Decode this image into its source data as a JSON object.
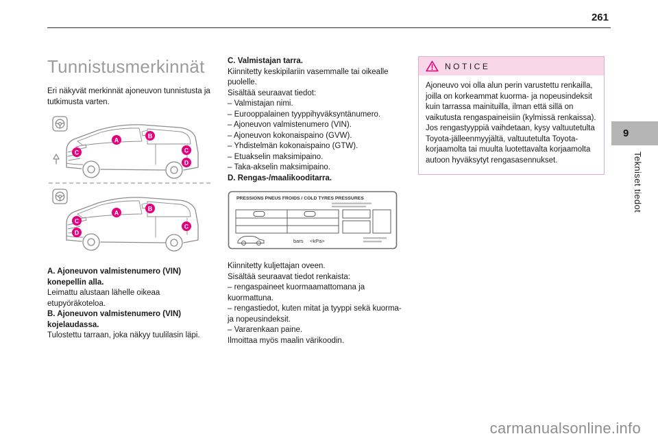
{
  "page": {
    "number": "261",
    "watermark": "carmanualsonline.info"
  },
  "side_tab": {
    "chapter_number": "9",
    "chapter_title": "Tekniset tiedot"
  },
  "identification": {
    "title": "Tunnistusmerkinnät",
    "intro": "Eri näkyvät merkinnät ajoneuvon tunnistusta ja tutkimusta varten.",
    "markers": [
      "A",
      "B",
      "C",
      "D"
    ],
    "item_a_heading": "A. Ajoneuvon valmistenumero (VIN) konepellin alla.",
    "item_a_text": " Leimattu alustaan lähelle oikeaa etupyöräkoteloa.",
    "item_b_heading": "B. Ajoneuvon valmistenumero (VIN) kojelaudassa.",
    "item_b_text": "Tulostettu tarraan, joka näkyy tuulilasin läpi."
  },
  "manufacturer_label": {
    "heading": "C. Valmistajan tarra.",
    "para1": "Kiinnitetty keskipilariin vasemmalle tai oikealle puolelle.",
    "para2": "Sisältää seuraavat tiedot:",
    "bullets": [
      "–  Valmistajan nimi.",
      "–  Eurooppalainen tyyppihyväksyntänumero.",
      "–  Ajoneuvon valmistenumero (VIN).",
      "–  Ajoneuvon kokonaispaino (GVW).",
      "–  Yhdistelmän kokonaispaino (GTW).",
      "–  Etuakselin maksimipaino.",
      "–  Taka-akselin maksimipaino."
    ]
  },
  "tyre_label": {
    "heading": "D. Rengas-/maalikooditarra.",
    "sticker_title": "PRESSIONS PNEUS FROIDS / COLD TYRES PRESSURES",
    "sticker_unit_bars": "bars",
    "sticker_unit_kpa": "<kPa>",
    "para1": "Kiinnitetty kuljettajan oveen.",
    "para2": "Sisältää seuraavat tiedot renkaista:",
    "bullets": [
      "–  rengaspaineet kuormaamattomana ja kuormattuna.",
      "–  rengastiedot, kuten mitat ja tyyppi sekä kuorma- ja nopeusindeksit.",
      "–  Vararenkaan paine."
    ],
    "para3": "Ilmoittaa myös maalin värikoodin."
  },
  "notice": {
    "title": "NOTICE",
    "body": "Ajoneuvo voi olla alun perin varustettu renkailla, joilla on korkeammat kuorma- ja nopeusindeksit kuin tarrassa mainituilla, ilman että sillä on vaikutusta rengaspaineisiin (kylmissä renkaissa).\nJos rengastyyppiä vaihdetaan, kysy valtuutetulta Toyota-jälleenmyyjältä, valtuutetulta Toyota-korjaamolta tai muulta luotettavalta korjaamolta autoon hyväksytyt rengasasennukset."
  },
  "colors": {
    "accent_magenta": "#e5007d",
    "notice_header_bg": "#f8d7e9",
    "title_gray": "#9c9c9c",
    "tab_gray": "#b5b5b5"
  }
}
